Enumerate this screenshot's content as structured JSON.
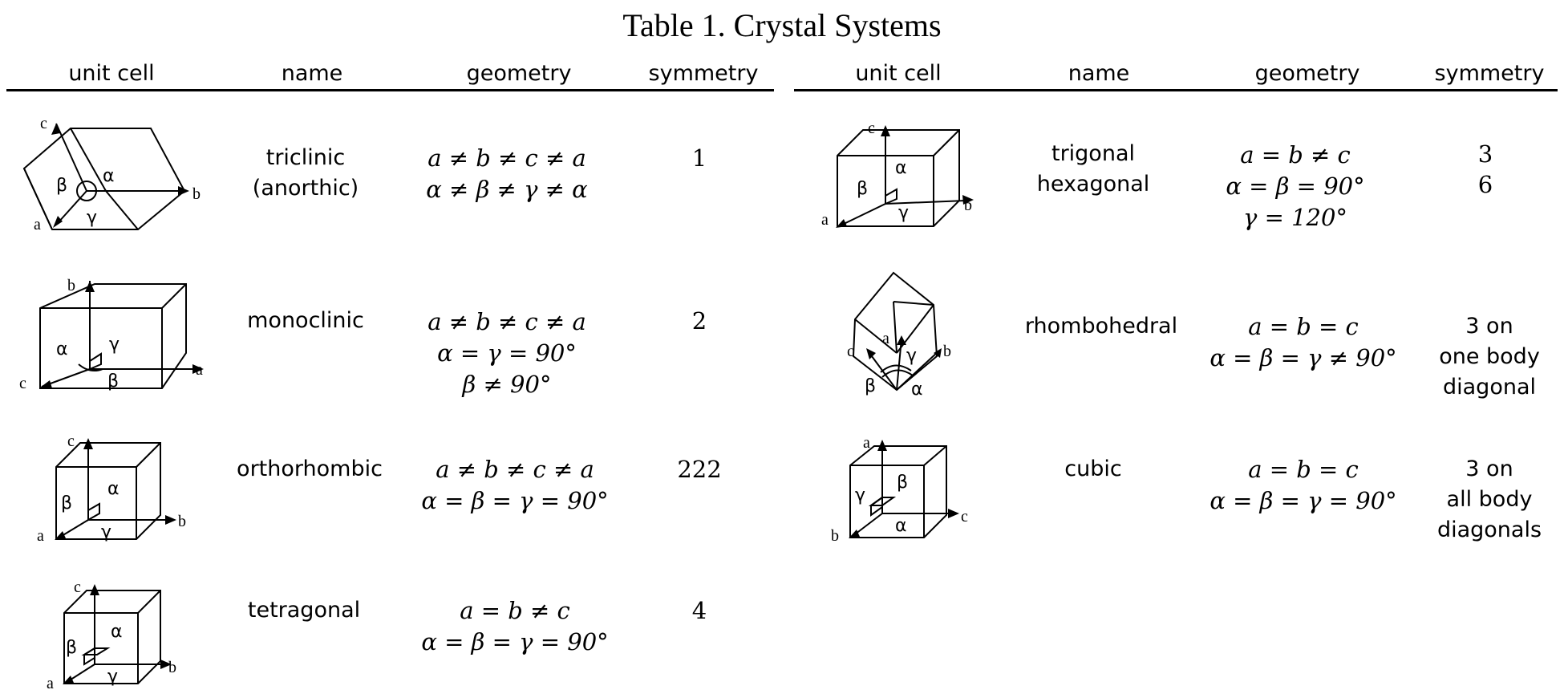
{
  "title": "Table 1.  Crystal Systems",
  "headers": {
    "left": [
      "unit cell",
      "name",
      "geometry",
      "symmetry"
    ],
    "right": [
      "unit cell",
      "name",
      "geometry",
      "symmetry"
    ]
  },
  "rows": {
    "triclinic": {
      "name": [
        "triclinic",
        "(anorthic)"
      ],
      "geometry": [
        "a ≠ b ≠ c ≠ a",
        "α ≠ β ≠ γ ≠ α"
      ],
      "symmetry": [
        "1"
      ],
      "labels": {
        "a": "a",
        "b": "b",
        "c": "c",
        "alpha": "α",
        "beta": "β",
        "gamma": "γ"
      }
    },
    "monoclinic": {
      "name": [
        "monoclinic"
      ],
      "geometry": [
        "a ≠ b ≠ c ≠ a",
        "α = γ = 90°",
        "β ≠ 90°"
      ],
      "symmetry": [
        "2"
      ],
      "labels": {
        "a": "a",
        "b": "b",
        "c": "c",
        "alpha": "α",
        "beta": "β",
        "gamma": "γ"
      }
    },
    "orthorhombic": {
      "name": [
        "orthorhombic"
      ],
      "geometry": [
        "a ≠ b ≠ c ≠ a",
        "α = β = γ = 90°"
      ],
      "symmetry": [
        "222"
      ],
      "labels": {
        "a": "a",
        "b": "b",
        "c": "c",
        "alpha": "α",
        "beta": "β",
        "gamma": "γ"
      }
    },
    "tetragonal": {
      "name": [
        "tetragonal"
      ],
      "geometry": [
        "a = b ≠ c",
        "α = β = γ = 90°"
      ],
      "symmetry": [
        "4"
      ],
      "labels": {
        "a": "a",
        "b": "b",
        "c": "c",
        "alpha": "α",
        "beta": "β",
        "gamma": "γ"
      }
    },
    "trigonal_hexagonal": {
      "name": [
        "trigonal",
        "hexagonal"
      ],
      "geometry": [
        "a = b ≠ c",
        "α = β = 90°",
        "γ = 120°"
      ],
      "symmetry": [
        "3",
        "6"
      ],
      "labels": {
        "a": "a",
        "b": "b",
        "c": "c",
        "alpha": "α",
        "beta": "β",
        "gamma": "γ"
      }
    },
    "rhombohedral": {
      "name": [
        "rhombohedral"
      ],
      "geometry": [
        "a = b = c",
        "α = β = γ ≠ 90°"
      ],
      "symmetry": [
        "3 on",
        "one body",
        "diagonal"
      ],
      "labels": {
        "a": "a",
        "b": "b",
        "c": "c",
        "alpha": "α",
        "beta": "β",
        "gamma": "γ"
      }
    },
    "cubic": {
      "name": [
        "cubic"
      ],
      "geometry": [
        "a = b = c",
        "α = β = γ = 90°"
      ],
      "symmetry": [
        "3 on",
        "all body",
        "diagonals"
      ],
      "labels": {
        "a": "a",
        "b": "b",
        "c": "c",
        "alpha": "α",
        "beta": "β",
        "gamma": "γ"
      }
    }
  }
}
